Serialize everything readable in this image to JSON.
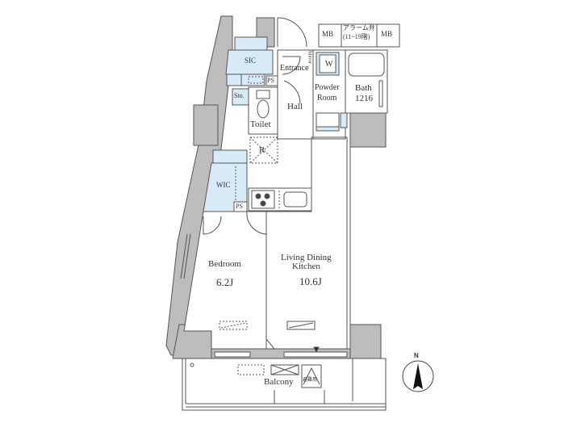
{
  "floorplan": {
    "rooms": {
      "sic": "SIC",
      "entrance": "Entrance",
      "mirror": "Mirror",
      "ps_top": "PS",
      "storage": "Sto.",
      "toilet": "Toilet",
      "hall": "Hall",
      "powder_room_1": "Powder",
      "powder_room_2": "Room",
      "washer": "W",
      "bath_1": "Bath",
      "bath_2": "1216",
      "mb_left": "MB",
      "mb_right": "MB",
      "alarm_1": "アラーム弁",
      "alarm_2": "(11~19階)",
      "refrigerator": "R",
      "wic": "WIC",
      "ps_mid": "PS",
      "bedroom": "Bedroom",
      "bedroom_size": "6.2J",
      "ldk_1": "Living Dining",
      "ldk_2": "Kitchen",
      "ldk_size": "10.6J",
      "balcony": "Balcony",
      "evacuation": "避難用"
    },
    "compass": {
      "label": "N"
    },
    "colors": {
      "wall": "#bdbdbd",
      "wall_stroke": "#555555",
      "storage_fill": "#d6ebf7",
      "line": "#444444"
    }
  }
}
